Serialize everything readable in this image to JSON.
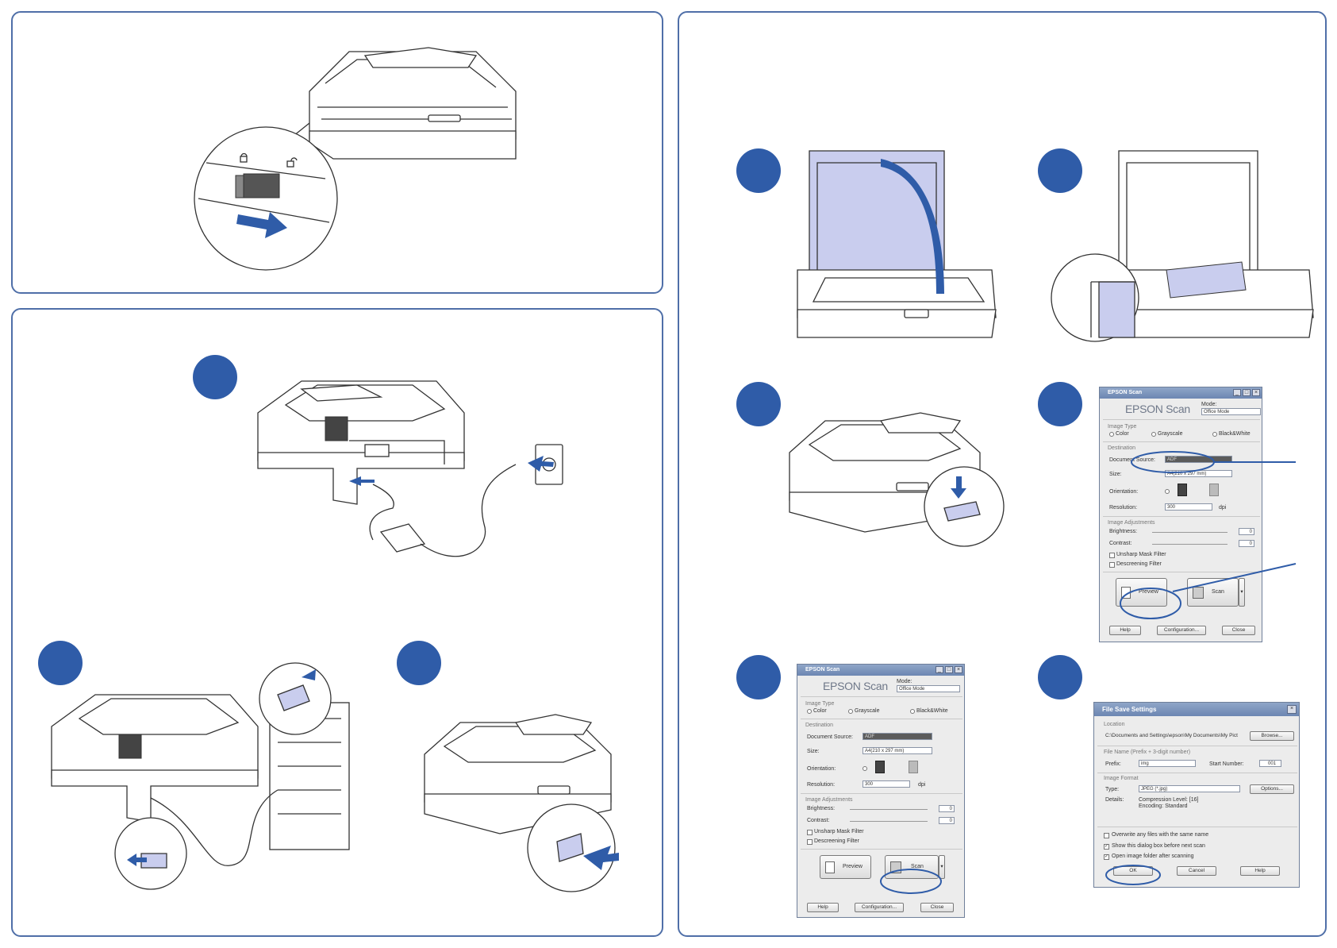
{
  "scan_dialog": {
    "window_title": "EPSON Scan",
    "brand": "EPSON Scan",
    "mode_label": "Mode:",
    "mode_value": "Office Mode",
    "image_type_section": "Image Type",
    "color": "Color",
    "grayscale": "Grayscale",
    "black_white": "Black&White",
    "destination_section": "Destination",
    "document_source_label": "Document Source:",
    "document_source_value": "ADF",
    "size_label": "Size:",
    "size_value": "A4(210 x 297 mm)",
    "orientation_label": "Orientation:",
    "resolution_label": "Resolution:",
    "resolution_value": "300",
    "resolution_unit": "dpi",
    "image_adjustments_section": "Image Adjustments",
    "brightness_label": "Brightness:",
    "brightness_value": "0",
    "contrast_label": "Contrast:",
    "contrast_value": "0",
    "unsharp": "Unsharp Mask Filter",
    "descreening": "Descreening Filter",
    "preview": "Preview",
    "scan": "Scan",
    "help": "Help",
    "configuration": "Configuration...",
    "close": "Close"
  },
  "file_save": {
    "window_title": "File Save Settings",
    "location_section": "Location",
    "location_path": "C:\\Documents and Settings\\epson\\My Documents\\My Pict",
    "browse": "Browse...",
    "file_name_section": "File Name (Prefix + 3-digit number)",
    "prefix_label": "Prefix:",
    "prefix_value": "img",
    "start_number_label": "Start Number:",
    "start_number_value": "001",
    "image_format_section": "Image Format",
    "type_label": "Type:",
    "type_value": "JPEG (*.jpg)",
    "options": "Options...",
    "details_label": "Details:",
    "details_line1": "Compression Level: [16]",
    "details_line2": "Encoding: Standard",
    "overwrite": "Overwrite any files with the same name",
    "show_dialog": "Show this dialog box before next scan",
    "open_folder": "Open image folder after scanning",
    "ok": "OK",
    "cancel": "Cancel",
    "help": "Help"
  },
  "colors": {
    "step_badge": "#2f5ca8",
    "panel_border": "#4f6fa8",
    "highlight": "#c9cdee"
  }
}
